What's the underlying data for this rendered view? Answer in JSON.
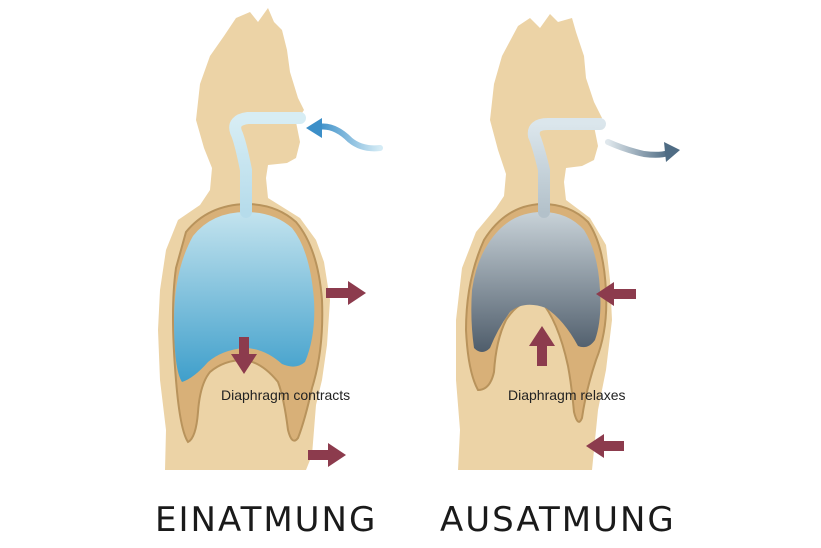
{
  "panels": [
    {
      "title": "EINATMUNG",
      "caption": "Diaphragm contracts"
    },
    {
      "title": "AUSATMUNG",
      "caption": "Diaphragm relaxes"
    }
  ],
  "colors": {
    "skin": "#ecd3a6",
    "chest_wall": "#d8b078",
    "chest_outline": "#b8935c",
    "lung_inhale_top": "#c3e3ee",
    "lung_inhale_bottom": "#3f9fcb",
    "lung_exhale_top": "#c8d2d8",
    "lung_exhale_bottom": "#4f5d6b",
    "arrow": "#8c3b4d",
    "air_in": "#3c8fc8",
    "air_out": "#5f7d94"
  }
}
